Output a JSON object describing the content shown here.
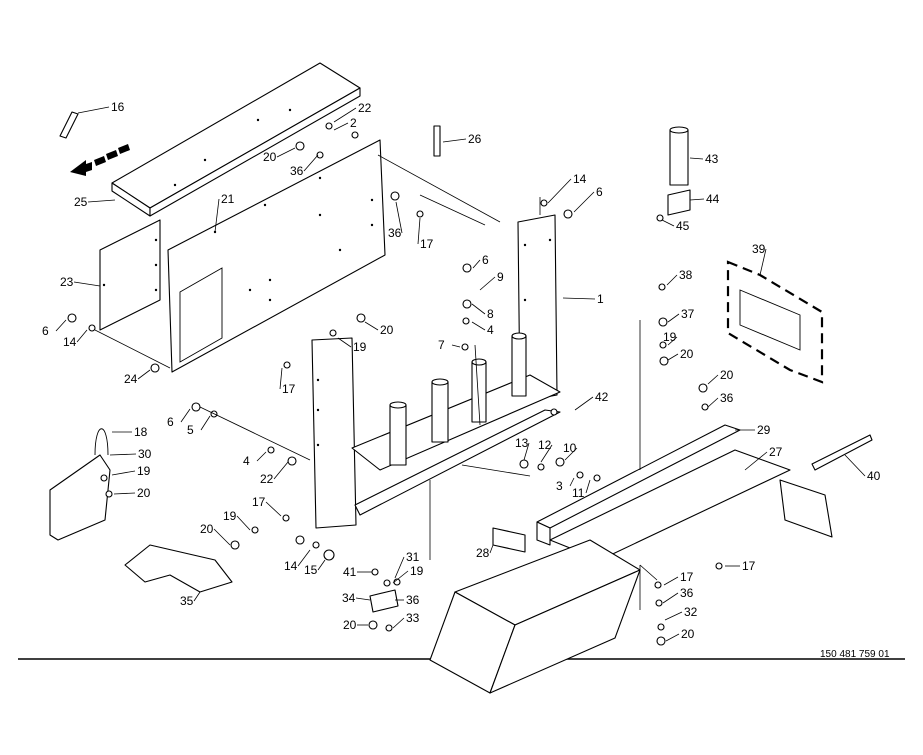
{
  "drawing_number": "150 481 759 01",
  "callouts": [
    "1",
    "2",
    "3",
    "4",
    "4",
    "5",
    "6",
    "6",
    "6",
    "6",
    "7",
    "8",
    "9",
    "10",
    "11",
    "12",
    "13",
    "14",
    "14",
    "14",
    "15",
    "16",
    "17",
    "17",
    "17",
    "17",
    "17",
    "18",
    "19",
    "19",
    "19",
    "19",
    "19",
    "20",
    "20",
    "20",
    "20",
    "20",
    "20",
    "20",
    "20",
    "21",
    "22",
    "22",
    "23",
    "24",
    "25",
    "26",
    "27",
    "28",
    "29",
    "30",
    "31",
    "32",
    "33",
    "34",
    "35",
    "36",
    "36",
    "36",
    "36",
    "36",
    "37",
    "38",
    "39",
    "40",
    "41",
    "42",
    "43",
    "44",
    "45"
  ]
}
